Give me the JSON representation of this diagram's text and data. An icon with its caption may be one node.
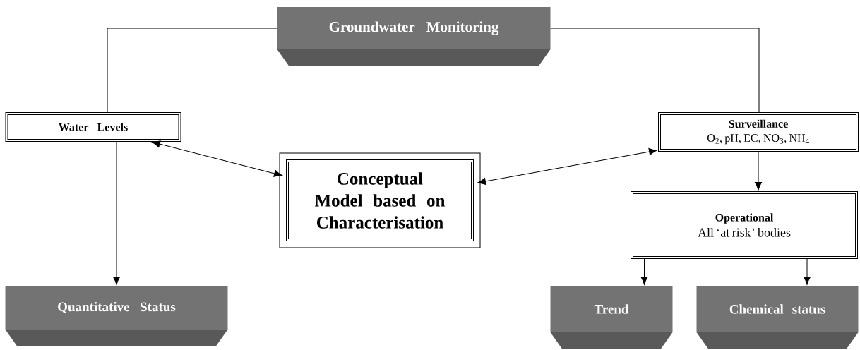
{
  "diagram": {
    "nodes": [
      {
        "text": [
          "Groundwater Monitoring"
        ]
      },
      {
        "text": [
          "Water Levels"
        ]
      },
      {
        "text": [
          "Conceptual Model based on Characterisation"
        ]
      },
      {
        "text": [
          "Surveillance",
          "O$_{2}$, pH, EC, NO$_{3}$, NH$_{4}$"
        ]
      },
      {
        "text": [
          "Operational",
          "All ‘at risk’ bodies"
        ]
      },
      {
        "text": [
          "Quantitative Status"
        ]
      },
      {
        "text": [
          "Trend"
        ]
      },
      {
        "text": [
          "Chemical status"
        ]
      }
    ],
    "edges": [
      {
        "from": 0,
        "to": 1,
        "arrow": "none"
      },
      {
        "from": 0,
        "to": 3,
        "arrow": "none"
      },
      {
        "from": 1,
        "to": 2,
        "arrow": "both"
      },
      {
        "from": 3,
        "to": 2,
        "arrow": "both"
      },
      {
        "from": 1,
        "to": 5,
        "arrow": "to"
      },
      {
        "from": 3,
        "to": 4,
        "arrow": "to"
      },
      {
        "from": 4,
        "to": 6,
        "arrow": "to"
      },
      {
        "from": 4,
        "to": 7,
        "arrow": "to"
      }
    ]
  }
}
